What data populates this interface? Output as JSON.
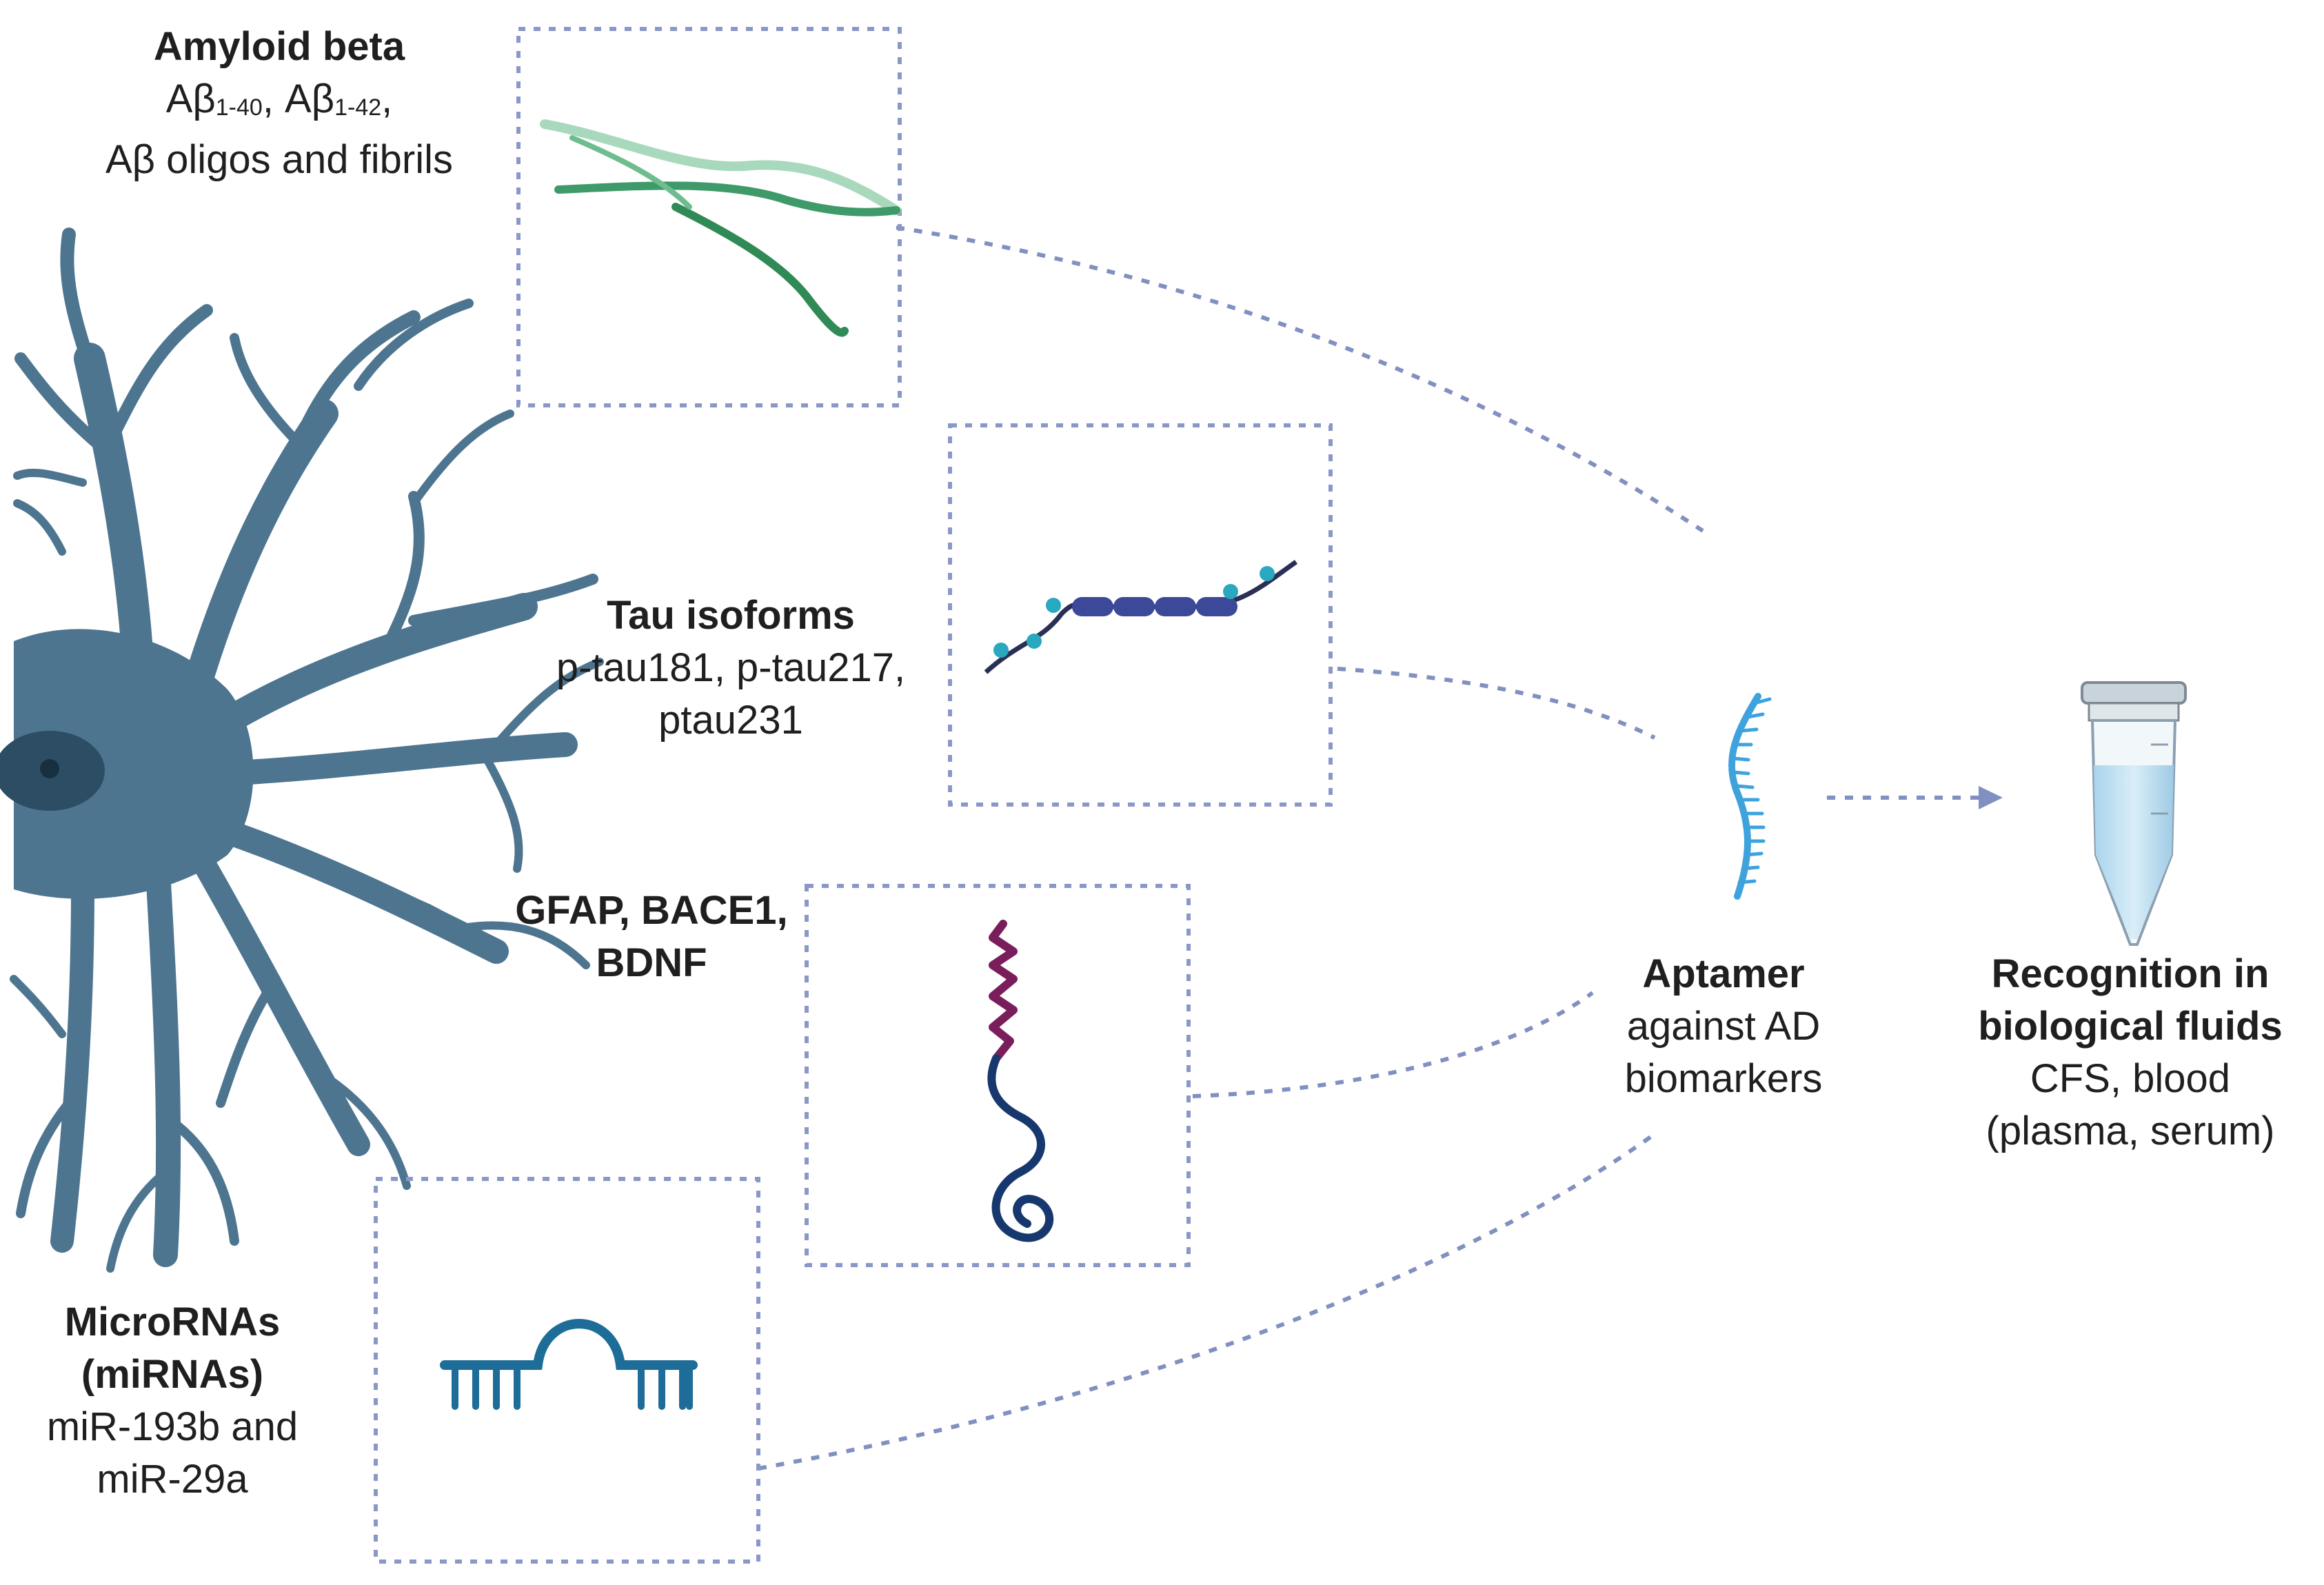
{
  "biomarkers": {
    "amyloid": {
      "title": "Amyloid beta",
      "line1_a": "Aβ",
      "line1_sub1": "1-40",
      "line1_b": ", Aβ",
      "line1_sub2": "1-42",
      "line1_c": ",",
      "line2": "Aβ oligos and fibrils"
    },
    "tau": {
      "title": "Tau isoforms",
      "line1": "p-tau181, p-tau217,",
      "line2": "ptau231"
    },
    "proteins": {
      "title_line1": "GFAP, BACE1,",
      "title_line2": "BDNF"
    },
    "mirna": {
      "title_line1": "MicroRNAs",
      "title_line2": "(miRNAs)",
      "line1": "miR-193b and",
      "line2": "miR-29a"
    }
  },
  "aptamer": {
    "title": "Aptamer",
    "line1": "against AD",
    "line2": "biomarkers"
  },
  "recognition": {
    "title_line1": "Recognition in",
    "title_line2": "biological fluids",
    "line1": "CFS, blood",
    "line2": "(plasma, serum)"
  },
  "colors": {
    "neuron": "#4d7590",
    "neuron_dark": "#2c4d63",
    "dotted_line": "#8090c0",
    "fibril": "#3f9a6a",
    "tau_chain": "#3c4898",
    "phospho": "#2aa8bf",
    "protein_top": "#7a1d5b",
    "protein_bottom": "#17386e",
    "mirna": "#1e6d99",
    "aptamer": "#3ea3dd",
    "tube_liquid": "#bfe0f2"
  }
}
